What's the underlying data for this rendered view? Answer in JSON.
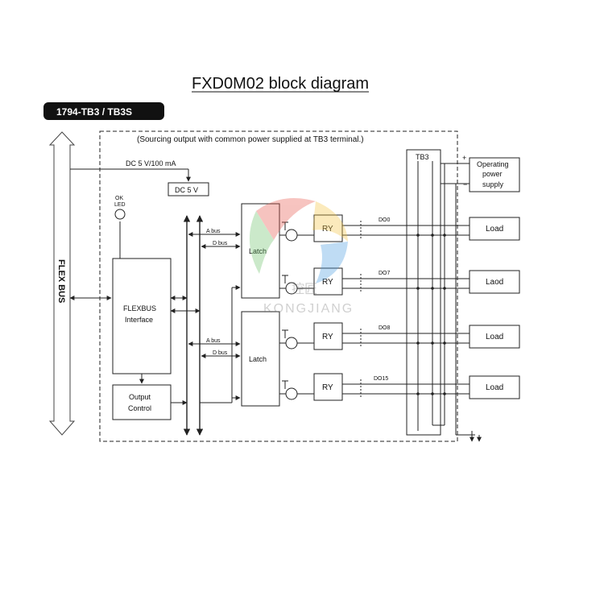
{
  "title": "FXD0M02 block diagram",
  "tag_label": "1794-TB3 / TB3S",
  "note": "(Sourcing output with common power supplied at TB3 terminal.)",
  "flex_bus": "FLEX BUS",
  "dc_supply": "DC 5 V/100 mA",
  "dc5v_box": "DC 5 V",
  "ok_led": [
    "OK",
    "LED"
  ],
  "flexbus_interface": [
    "FLEXBUS",
    "Interface"
  ],
  "output_control": [
    "Output",
    "Control"
  ],
  "latch": [
    "Latch",
    "Latch"
  ],
  "abus": "A bus",
  "dbus": "D bus",
  "tb3": "TB3",
  "operating_power_supply": [
    "Operating",
    "power",
    "supply"
  ],
  "plus": "+",
  "minus": "−",
  "channels": [
    {
      "do": "DO0",
      "ry": "RY",
      "load": "Load"
    },
    {
      "do": "DO7",
      "ry": "RY",
      "load": "Laod"
    },
    {
      "do": "DO8",
      "ry": "RY",
      "load": "Load"
    },
    {
      "do": "DO15",
      "ry": "RY",
      "load": "Load"
    }
  ],
  "watermark": [
    "控匠",
    "KONGJIANG"
  ]
}
